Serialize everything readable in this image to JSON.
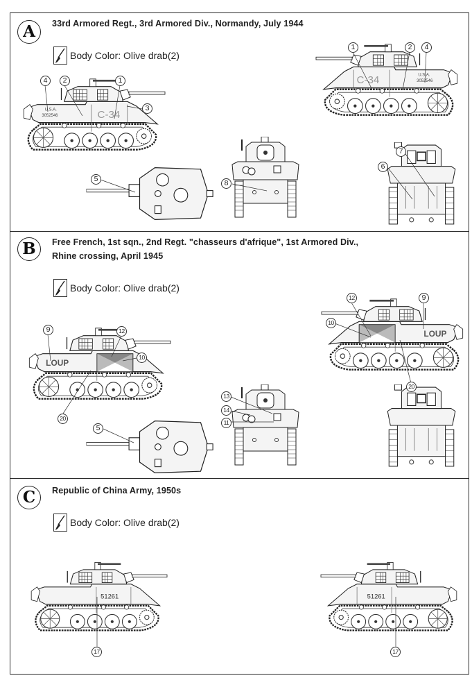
{
  "sections": [
    {
      "letter": "A",
      "title_lines": [
        "33rd Armored Regt., 3rd Armored Div., Normandy, July 1944"
      ],
      "body_color_label": "Body Color: Olive drab(2)",
      "markings": {
        "hull_code": "C-34",
        "usa": "U.S.A.",
        "serial": "3052546"
      },
      "callouts": [
        "1",
        "2",
        "3",
        "4",
        "5",
        "6",
        "7",
        "8"
      ]
    },
    {
      "letter": "B",
      "title_lines": [
        "Free French, 1st sqn., 2nd Regt. \"chasseurs d'afrique\", 1st Armored Div.,",
        "Rhine crossing, April 1945"
      ],
      "body_color_label": "Body Color: Olive drab(2)",
      "markings": {
        "name": "LOUP"
      },
      "callouts": [
        "9",
        "10",
        "11",
        "12",
        "13",
        "14",
        "20",
        "5"
      ]
    },
    {
      "letter": "C",
      "title_lines": [
        "Republic of China Army, 1950s"
      ],
      "body_color_label": "Body Color: Olive drab(2)",
      "markings": {
        "serial": "51261"
      },
      "callouts": [
        "17"
      ]
    }
  ],
  "icons": {
    "paint": "paintbrush-icon"
  },
  "colors": {
    "line": "#222222",
    "paper": "#ffffff",
    "hull_fill": "#f2f2f2",
    "border": "#2a2a2a"
  }
}
